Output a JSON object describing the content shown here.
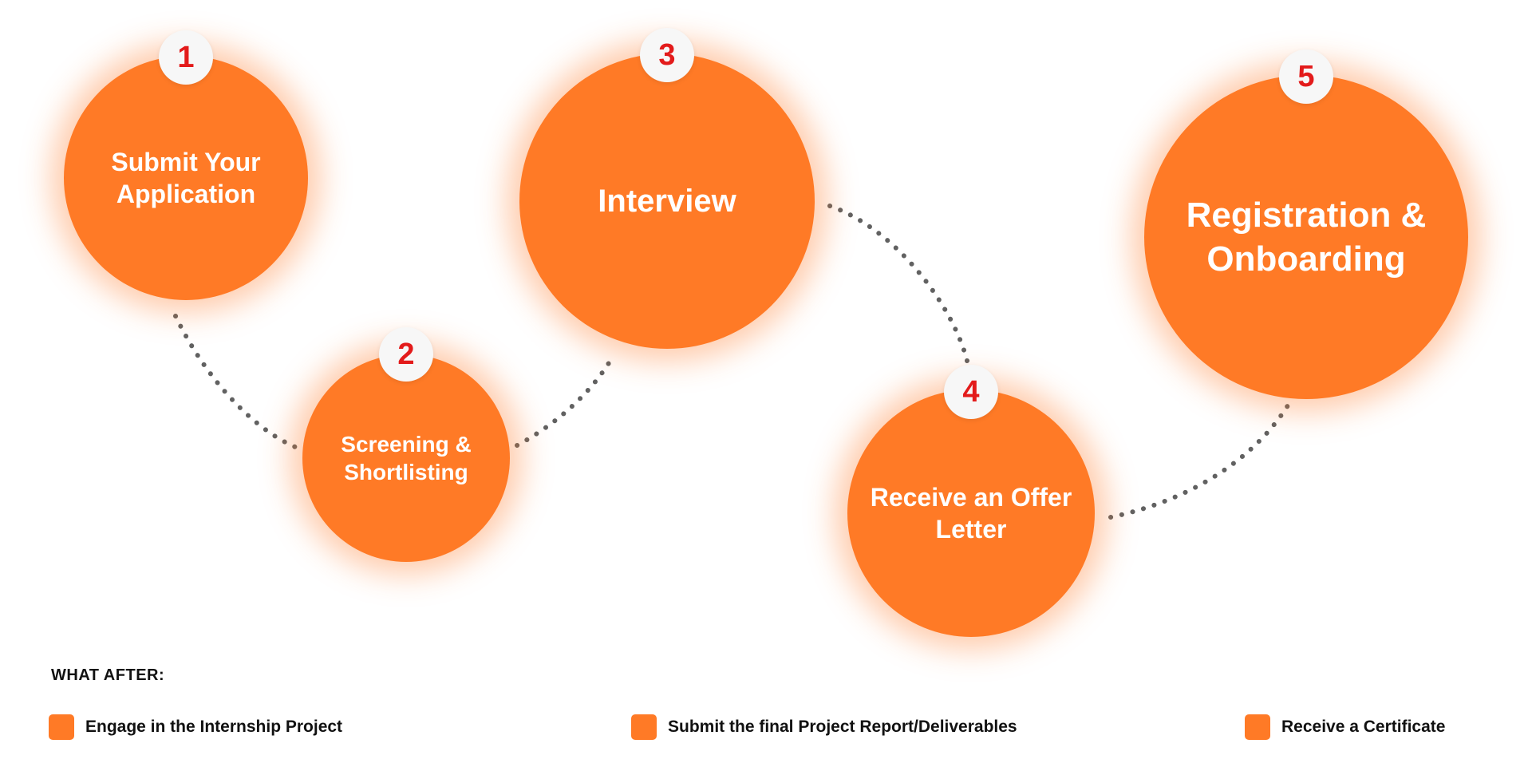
{
  "colors": {
    "accent": "#ff7a26",
    "number": "#e31b1b",
    "connector": "#616161"
  },
  "steps": [
    {
      "number": "1",
      "label": "Submit Your Application"
    },
    {
      "number": "2",
      "label": "Screening & Shortlisting"
    },
    {
      "number": "3",
      "label": "Interview"
    },
    {
      "number": "4",
      "label": "Receive an Offer Letter"
    },
    {
      "number": "5",
      "label": "Registration & Onboarding"
    }
  ],
  "after": {
    "heading": "WHAT AFTER:",
    "items": [
      {
        "label": "Engage in the Internship Project"
      },
      {
        "label": "Submit the final Project Report/Deliverables"
      },
      {
        "label": "Receive a Certificate"
      }
    ]
  }
}
